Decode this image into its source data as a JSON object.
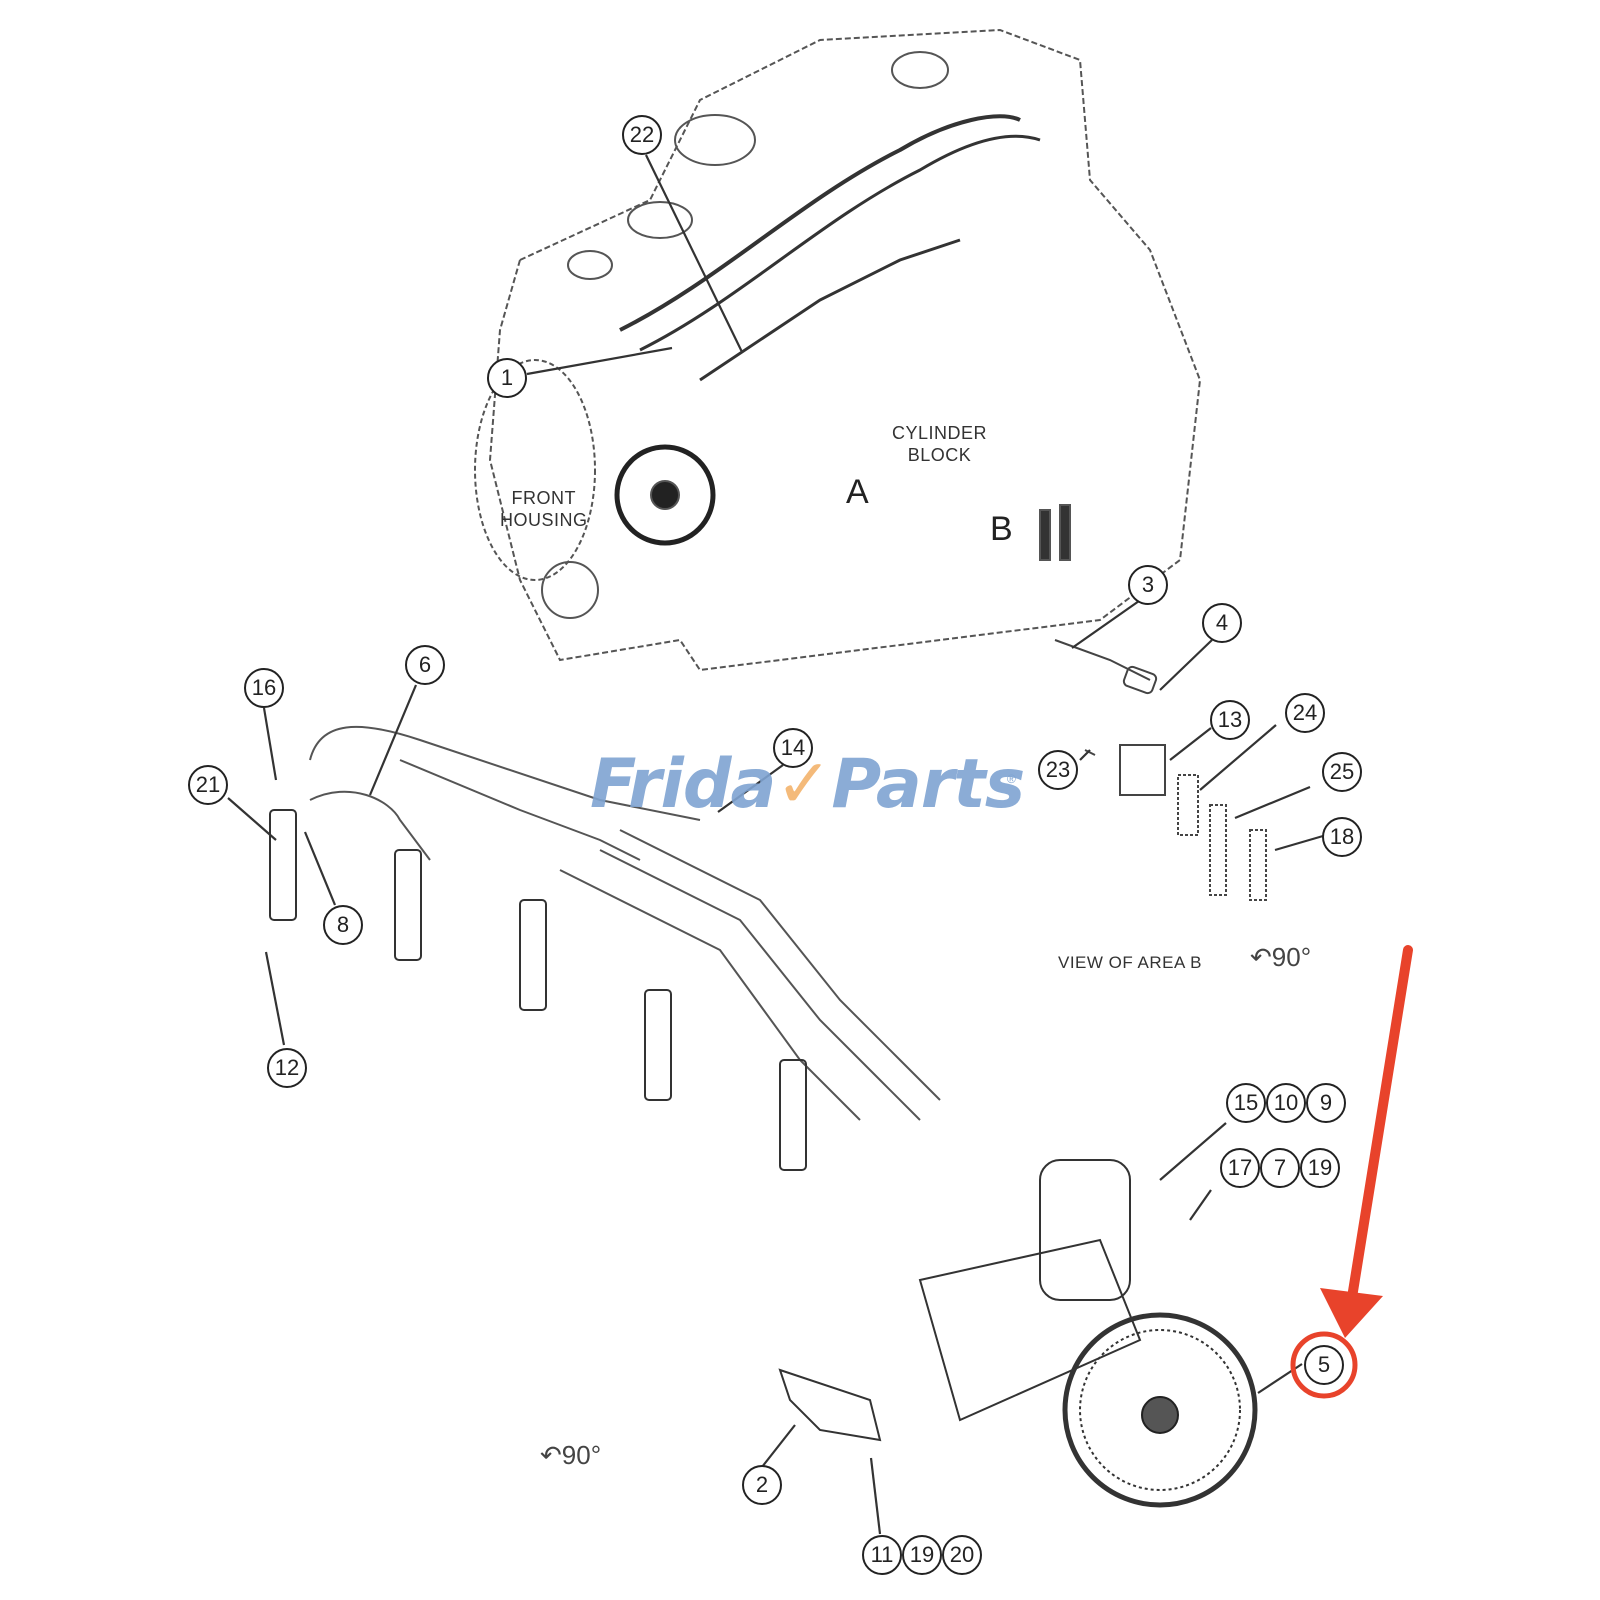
{
  "diagram": {
    "title": "Fuel injection system parts diagram",
    "watermark": {
      "text_a": "Frida",
      "check": "✓",
      "text_b": "Parts",
      "reg": "®",
      "color": "#7fa4d2",
      "accent": "#f3b36c"
    },
    "labels": {
      "front_housing_1": "FRONT",
      "front_housing_2": "HOUSING",
      "cylinder_block_1": "CYLINDER",
      "cylinder_block_2": "BLOCK",
      "area_a": "A",
      "area_b": "B",
      "view_area_b": "VIEW OF AREA B",
      "rotation_1": "90°",
      "rotation_2": "90°"
    },
    "callouts": [
      {
        "id": "c1",
        "num": "1"
      },
      {
        "id": "c22",
        "num": "22"
      },
      {
        "id": "c3",
        "num": "3"
      },
      {
        "id": "c4",
        "num": "4"
      },
      {
        "id": "c13",
        "num": "13"
      },
      {
        "id": "c23",
        "num": "23"
      },
      {
        "id": "c24",
        "num": "24"
      },
      {
        "id": "c25",
        "num": "25"
      },
      {
        "id": "c18",
        "num": "18"
      },
      {
        "id": "c16",
        "num": "16"
      },
      {
        "id": "c21",
        "num": "21"
      },
      {
        "id": "c6",
        "num": "6"
      },
      {
        "id": "c8",
        "num": "8"
      },
      {
        "id": "c12",
        "num": "12"
      },
      {
        "id": "c14",
        "num": "14"
      },
      {
        "id": "c15",
        "num": "15"
      },
      {
        "id": "c10",
        "num": "10"
      },
      {
        "id": "c9",
        "num": "9"
      },
      {
        "id": "c17",
        "num": "17"
      },
      {
        "id": "c7",
        "num": "7"
      },
      {
        "id": "c19a",
        "num": "19"
      },
      {
        "id": "c5",
        "num": "5"
      },
      {
        "id": "c2",
        "num": "2"
      },
      {
        "id": "c11",
        "num": "11"
      },
      {
        "id": "c19b",
        "num": "19"
      },
      {
        "id": "c20",
        "num": "20"
      }
    ],
    "highlight": {
      "callout": "5",
      "color": "#e8432b"
    }
  }
}
